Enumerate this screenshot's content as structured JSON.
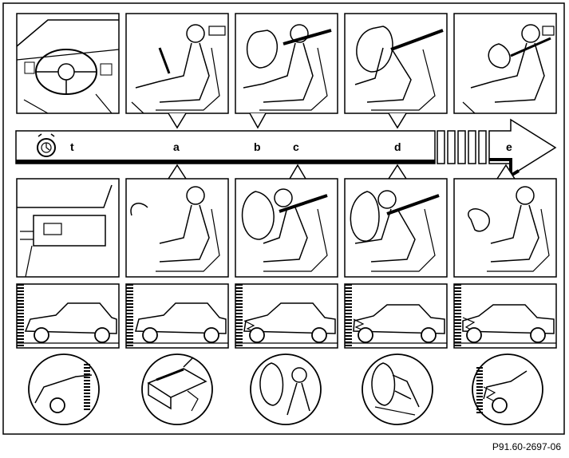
{
  "timeline_labels": [
    "t",
    "a",
    "b",
    "c",
    "d",
    "e"
  ],
  "figure_code": "P91.60-2697-06"
}
